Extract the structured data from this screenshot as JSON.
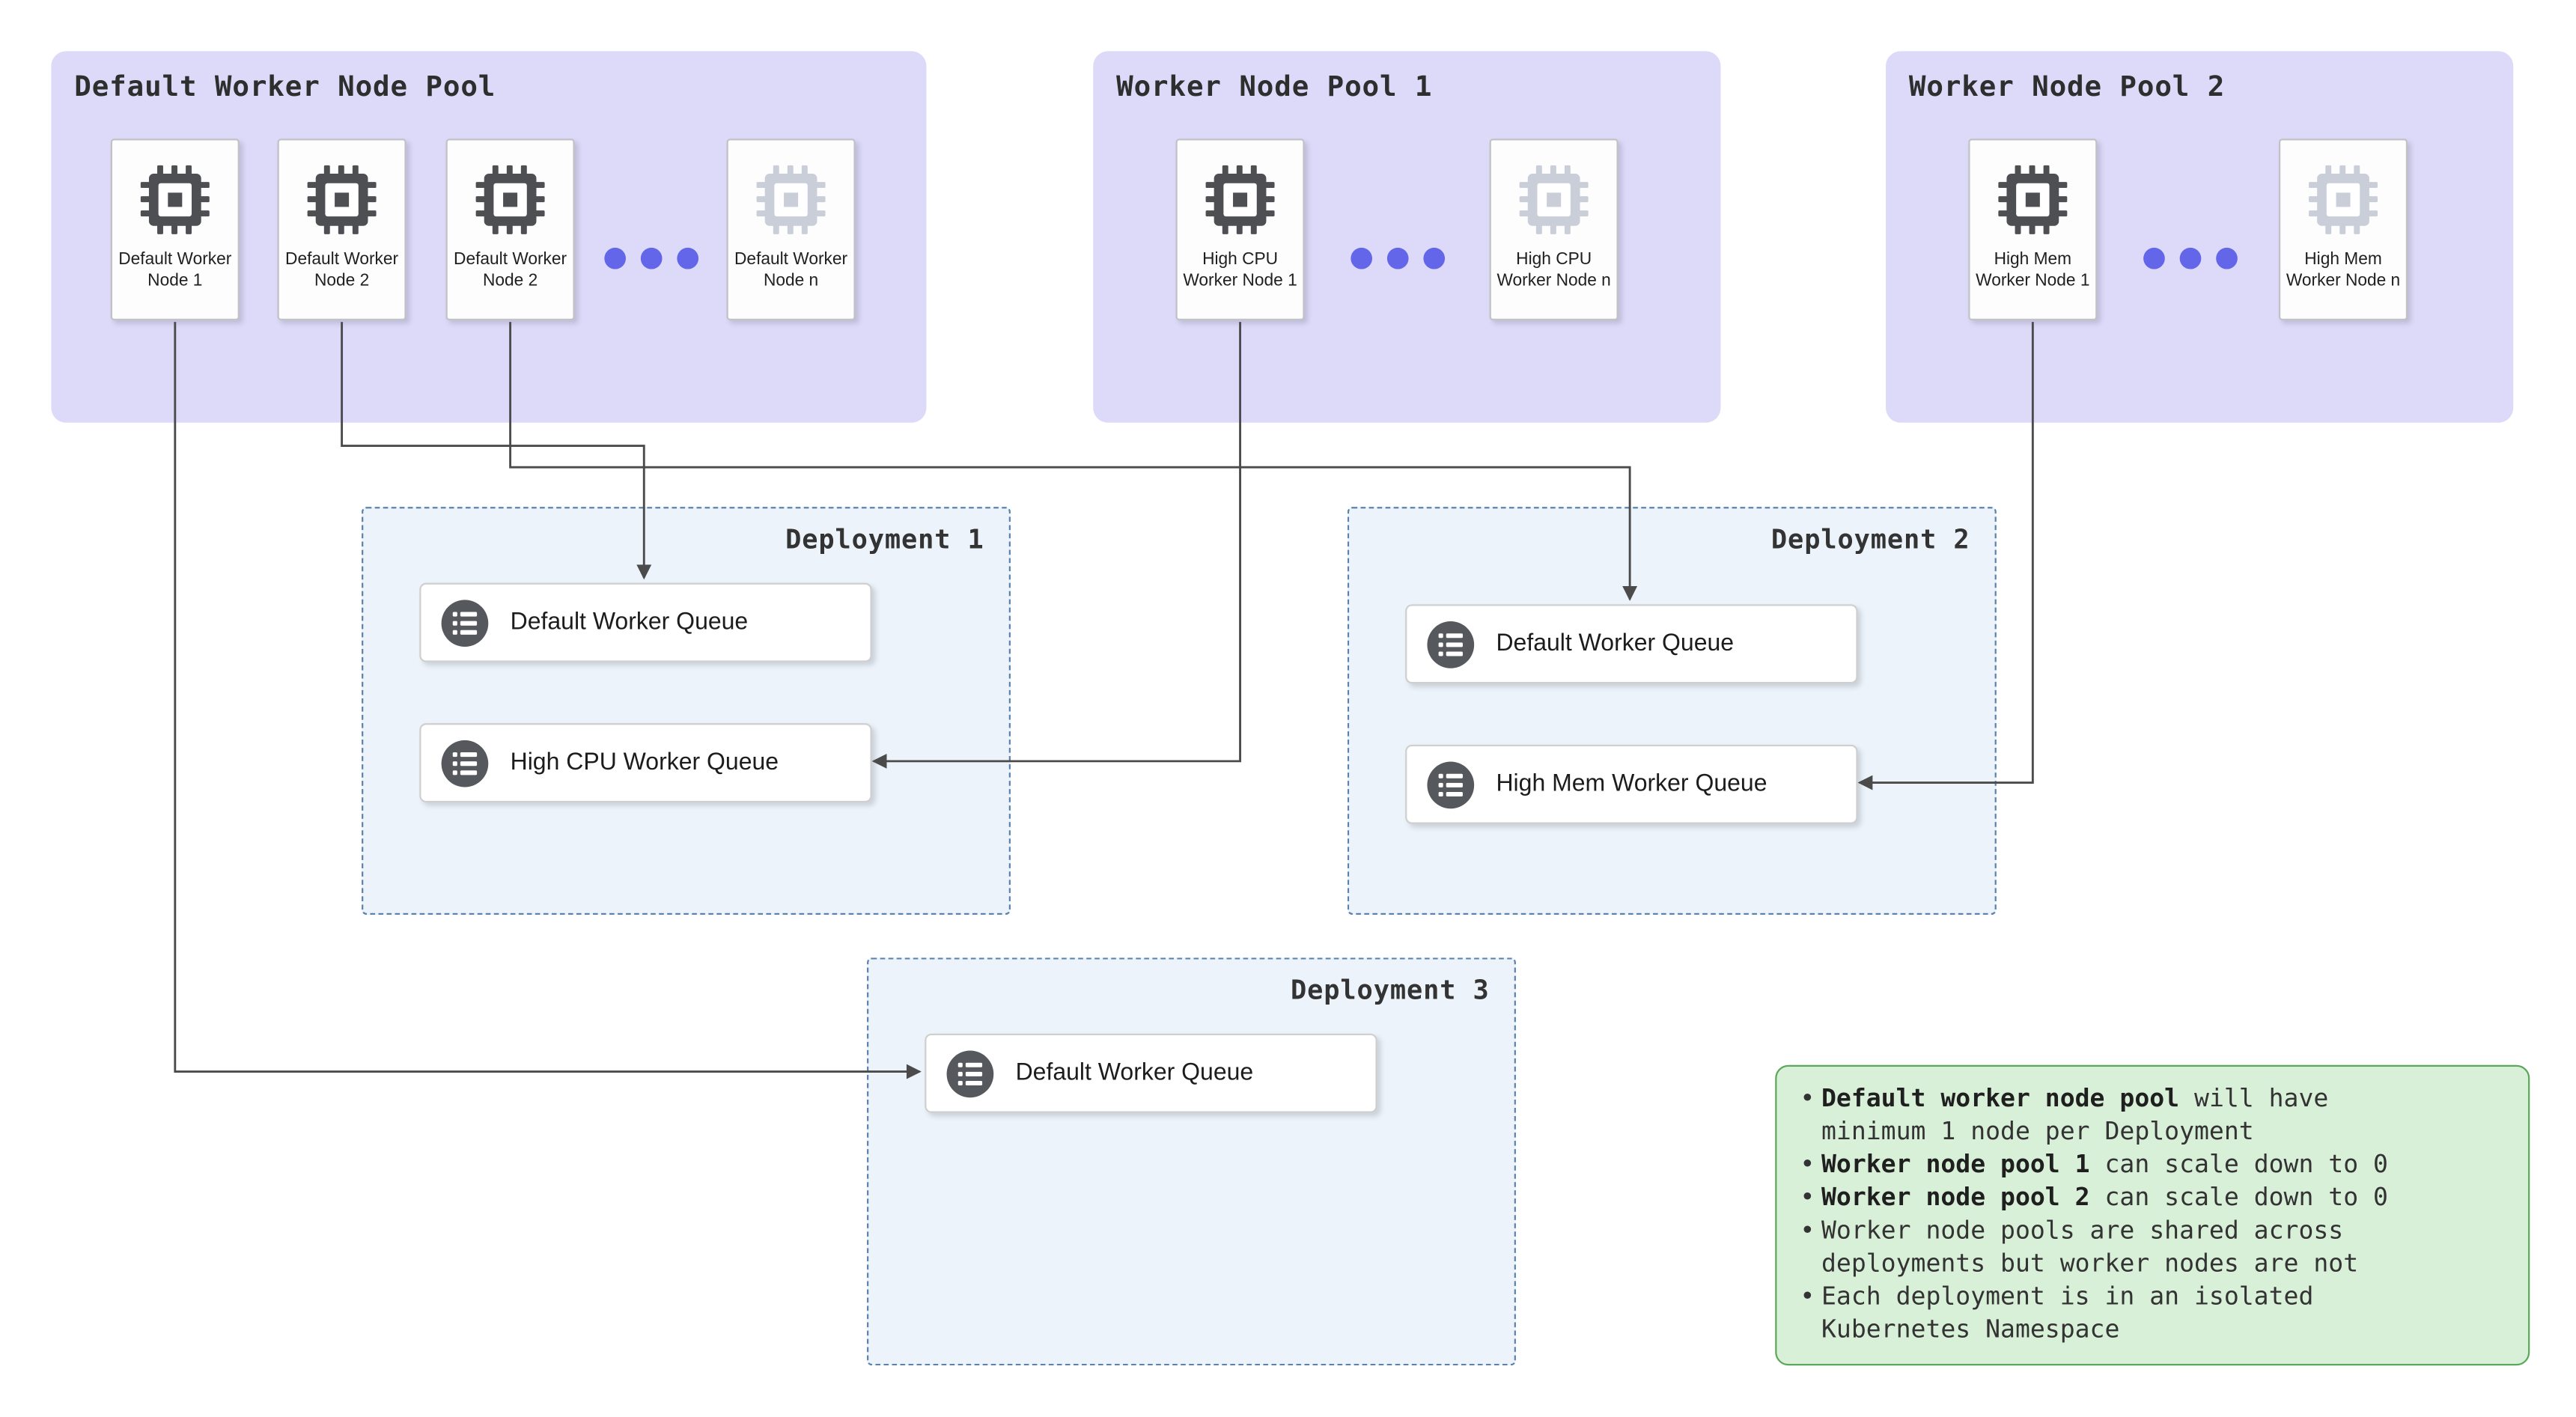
{
  "pools": [
    {
      "title": "Default Worker Node Pool",
      "nodes": [
        {
          "label": "Default Worker Node 1"
        },
        {
          "label": "Default Worker Node 2"
        },
        {
          "label": "Default Worker Node 2"
        },
        {
          "label": "Default Worker Node n"
        }
      ]
    },
    {
      "title": "Worker Node Pool 1",
      "nodes": [
        {
          "label": "High CPU Worker Node 1"
        },
        {
          "label": "High CPU Worker Node n"
        }
      ]
    },
    {
      "title": "Worker Node Pool 2",
      "nodes": [
        {
          "label": "High Mem Worker Node 1"
        },
        {
          "label": "High Mem Worker Node n"
        }
      ]
    }
  ],
  "deployments": [
    {
      "title": "Deployment 1",
      "queues": [
        {
          "label": "Default Worker Queue"
        },
        {
          "label": "High CPU Worker Queue"
        }
      ]
    },
    {
      "title": "Deployment 2",
      "queues": [
        {
          "label": "Default Worker Queue"
        },
        {
          "label": "High Mem Worker Queue"
        }
      ]
    },
    {
      "title": "Deployment 3",
      "queues": [
        {
          "label": "Default Worker Queue"
        }
      ]
    }
  ],
  "note": {
    "items": [
      {
        "bold": "Default worker node pool",
        "rest": " will have minimum 1 node per Deployment"
      },
      {
        "bold": "Worker node pool 1",
        "rest": " can scale down to 0"
      },
      {
        "bold": "Worker node pool 2",
        "rest": " can scale down to 0"
      },
      {
        "bold": "",
        "rest": "Worker node pools are shared across deployments but worker nodes are not"
      },
      {
        "bold": "",
        "rest": "Each deployment is in an isolated Kubernetes Namespace"
      }
    ]
  },
  "colors": {
    "pool_bg": "#dcdaf8",
    "deployment_bg": "#ecf3fa",
    "deployment_border": "#5b82ad",
    "note_bg": "#d9f0d8",
    "note_border": "#5aa85a",
    "ellipsis_dots": "#6366e8",
    "icon_dark": "#4d4f52",
    "icon_faded": "#c9ced8",
    "connector": "#4b4b4b"
  }
}
